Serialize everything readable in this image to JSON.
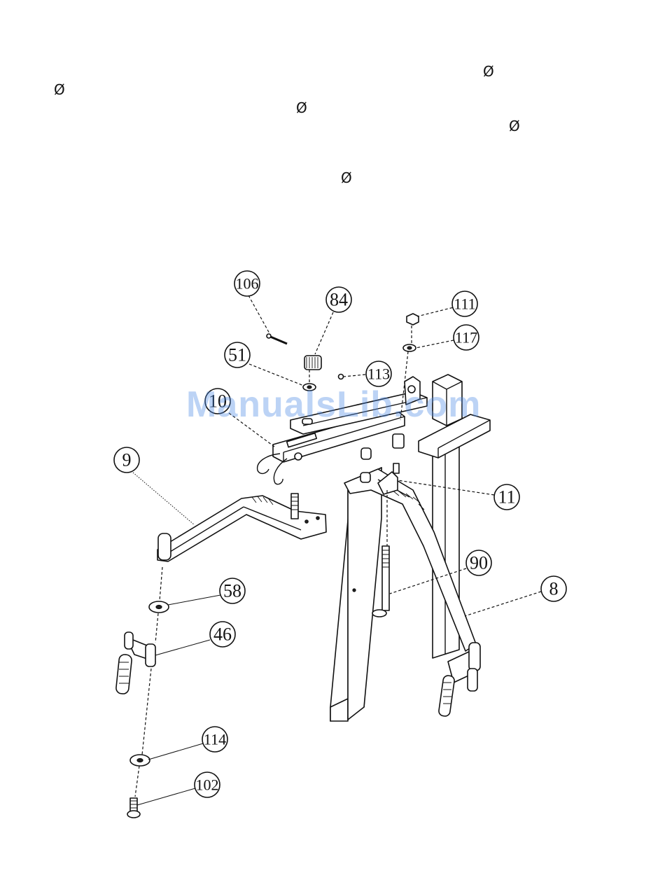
{
  "diameter_symbol": "Ø",
  "watermark": "ManualsLib.com",
  "callouts": [
    "106",
    "84",
    "111",
    "117",
    "51",
    "113",
    "10",
    "9",
    "11",
    "90",
    "8",
    "58",
    "46",
    "114",
    "102"
  ]
}
